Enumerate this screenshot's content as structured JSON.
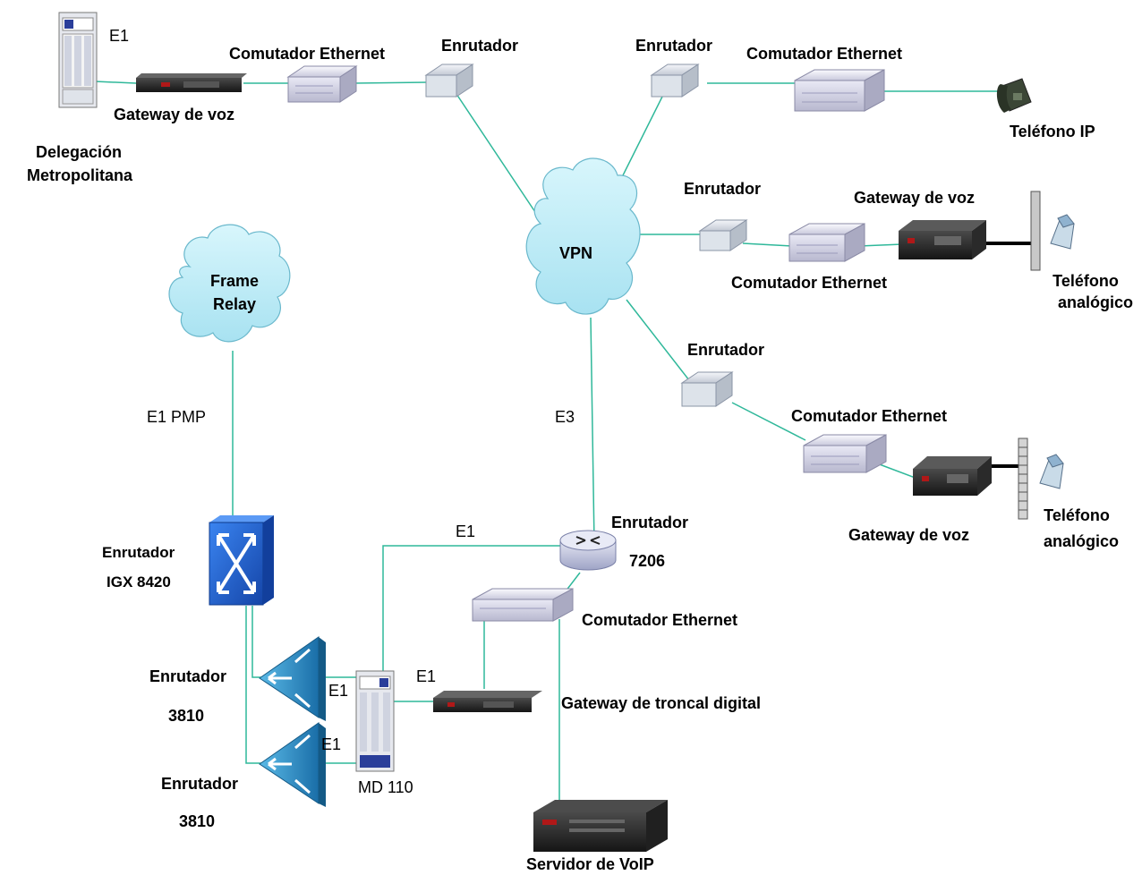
{
  "labels": {
    "e1_top": "E1",
    "switch_top_left": "Comutador Ethernet",
    "router_top_mid": "Enrutador",
    "router_top_right": "Enrutador",
    "switch_top_right": "Comutador Ethernet",
    "gateway_top_left": "Gateway de voz",
    "ip_phone": "Teléfono IP",
    "delegacion": "Delegación",
    "metropolitana": "Metropolitana",
    "router_mid_right": "Enrutador",
    "gateway_mid_right": "Gateway de voz",
    "vpn": "VPN",
    "frame_relay_1": "Frame",
    "frame_relay_2": "Relay",
    "switch_mid_right": "Comutador Ethernet",
    "analog_phone_1a": "Teléfono",
    "analog_phone_1b": "analógico",
    "router_low_right": "Enrutador",
    "e1_pmp": "E1 PMP",
    "e3": "E3",
    "switch_low_right": "Comutador Ethernet",
    "router_7206_a": "Enrutador",
    "router_7206_b": "7206",
    "e1_mid": "E1",
    "gateway_low_right": "Gateway de voz",
    "analog_phone_2a": "Teléfono",
    "analog_phone_2b": "analógico",
    "igx_a": "Enrutador",
    "igx_b": "IGX 8420",
    "switch_center": "Comutador Ethernet",
    "r3810_a1": "Enrutador",
    "r3810_a2": "3810",
    "e1_md_a": "E1",
    "e1_md_b": "E1",
    "e1_gw": "E1",
    "trunk_gateway": "Gateway de troncal digital",
    "r3810_b1": "Enrutador",
    "r3810_b2": "3810",
    "md110": "MD 110",
    "voip_server": "Servidor de VoIP"
  },
  "colors": {
    "link": "#2fb89a",
    "cloud": "#b9ecf7",
    "switch_face": "#e6e6f4",
    "router_face": "#dde3ea",
    "igx": "#1f63d8",
    "r3810": "#1c8fc6",
    "gateway": "#2b2b2b"
  }
}
